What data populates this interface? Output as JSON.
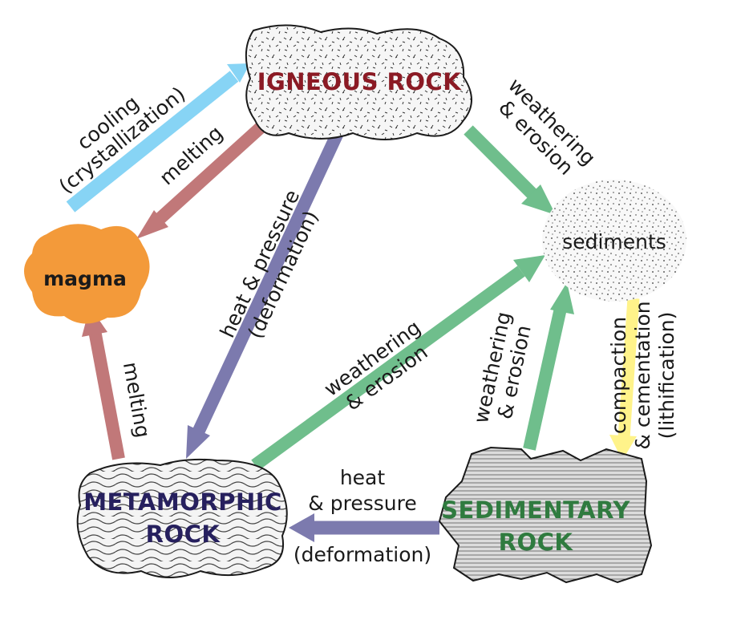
{
  "nodes": {
    "igneous": {
      "label": "IGNEOUS ROCK",
      "color": "#8b1a24"
    },
    "sediments": {
      "label": "sediments"
    },
    "magma": {
      "label": "magma",
      "color": "#f39a3a"
    },
    "metamorphic": {
      "line1": "METAMORPHIC",
      "line2": "ROCK",
      "color": "#26205e"
    },
    "sedimentary": {
      "line1": "SEDIMENTARY",
      "line2": "ROCK",
      "color": "#2f7b3f"
    }
  },
  "processes": {
    "cooling": {
      "line1": "cooling",
      "line2": "(crystallization)",
      "color": "#87d4f5"
    },
    "melting_top": {
      "label": "melting",
      "color": "#c17879"
    },
    "melting_left": {
      "label": "melting",
      "color": "#c17879"
    },
    "heat_pressure_diag": {
      "line1": "heat & pressure",
      "line2": "(deformation)",
      "color": "#7c7aae"
    },
    "weathering_top": {
      "line1": "weathering",
      "line2": "& erosion",
      "color": "#6fbe8c"
    },
    "weathering_middle": {
      "line1": "weathering",
      "line2": "& erosion",
      "color": "#6fbe8c"
    },
    "weathering_right": {
      "line1": "weathering",
      "line2": "& erosion",
      "color": "#6fbe8c"
    },
    "compaction": {
      "line1": "compaction",
      "line2": "& cementation",
      "line3": "(lithification)",
      "color": "#fff38a"
    },
    "heat_pressure_bottom": {
      "line1": "heat",
      "line2": "& pressure",
      "line3": "(deformation)",
      "color": "#7c7aae"
    }
  }
}
